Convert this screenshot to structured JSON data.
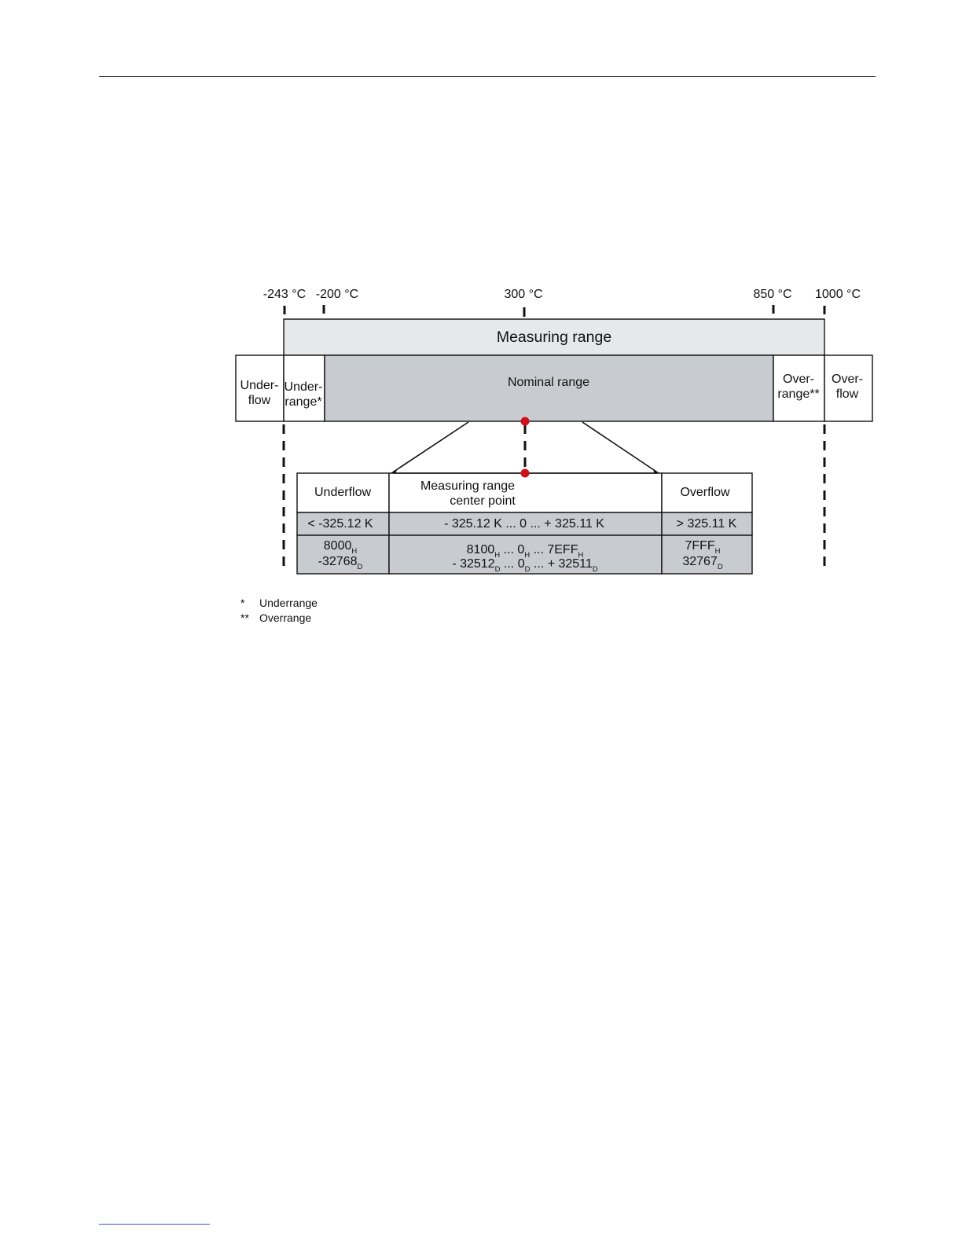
{
  "temperature_markers": [
    "-243 °C",
    "-200 °C",
    "300 °C",
    "850 °C",
    "1000 °C"
  ],
  "bands": {
    "measuring_range": "Measuring range",
    "underflow": [
      "Under-",
      "flow"
    ],
    "underrange": [
      "Under-",
      "range*"
    ],
    "nominal_range": "Nominal range",
    "overrange": [
      "Over-",
      "range**"
    ],
    "overflow": [
      "Over-",
      "flow"
    ]
  },
  "table": {
    "headers": {
      "underflow": "Underflow",
      "center": [
        "Measuring range",
        "center point"
      ],
      "overflow": "Overflow"
    },
    "kelvin_row": {
      "underflow": "< -325.12 K",
      "center": "- 325.12 K ... 0 ... + 325.11 K",
      "overflow": "> 325.11 K"
    },
    "code_row": {
      "underflow_hex": "8000",
      "underflow_dec": "-32768",
      "center_hex": {
        "v1": "8100",
        "sep1": " ... ",
        "v2": "0",
        "sep2": " ... ",
        "v3": "7EFF"
      },
      "center_dec": {
        "v1": "- 32512",
        "sep1": " ... ",
        "v2": "0",
        "sep2": " ... + ",
        "v3": "32511"
      },
      "overflow_hex": "7FFF",
      "overflow_dec": "32767",
      "hex_subscript": "H",
      "dec_subscript": "D"
    }
  },
  "footnotes": [
    {
      "mark": "*",
      "text": "Underrange"
    },
    {
      "mark": "**",
      "text": "Overrange"
    }
  ],
  "colors": {
    "measuring_fill": "#e6e8ea",
    "nominal_fill": "#c8ccd0",
    "table_fill": "#c8ccd0",
    "center_dot": "#d0101a"
  }
}
